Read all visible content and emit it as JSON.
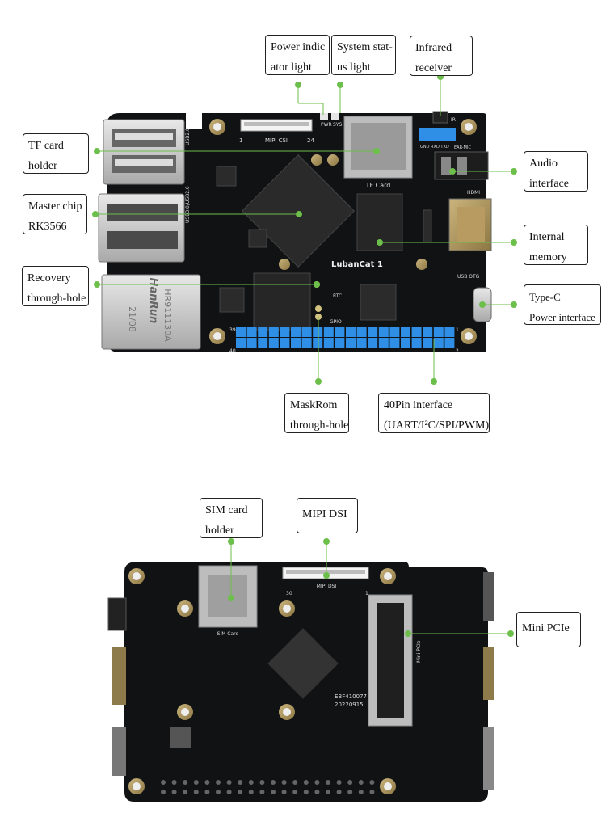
{
  "top": {
    "labels": {
      "power_indicator": [
        "Power indic",
        "ator light"
      ],
      "system_status": [
        "System stat-",
        "us light"
      ],
      "infrared": [
        "Infrared",
        "receiver"
      ],
      "tf_card": [
        "TF card",
        "holder"
      ],
      "master_chip": [
        "Master chip",
        "RK3566"
      ],
      "recovery": [
        "Recovery",
        "through-hole"
      ],
      "audio": [
        "Audio",
        "interface"
      ],
      "internal_memory": [
        "Internal",
        "memory"
      ],
      "type_c": [
        "Type-C",
        "Power interface"
      ],
      "maskrom": [
        "MaskRom",
        "through-hole"
      ],
      "pin40": [
        "40Pin interface",
        "(UART/I²C/SPI/PWM)"
      ]
    },
    "board_text": {
      "mipi_csi": "MIPI CSI",
      "tf_card": "TF Card",
      "brand": "LubanCat 1",
      "hanrun": "HanRun",
      "hanrun_model": "HR911130A",
      "hanrun_date": "21/08",
      "usb_otg": "USB OTG",
      "hdmi": "HDMI",
      "ear_mic": "EAR-MIC",
      "gnd_rxd_txd": "GND RXD TXD",
      "ir": "IR",
      "pin_40": "40",
      "pin_2": "2",
      "pin_39": "39",
      "pin_1": "1",
      "pwr": "PWR",
      "sys": "SYS",
      "rtc": "RTC",
      "gpio": "GPIO",
      "pin_24": "24",
      "pin_1_csi": "1",
      "usb2": "USB2.0",
      "usb3": "USB3.0/USB2.0"
    }
  },
  "bottom": {
    "labels": {
      "sim_card": [
        "SIM card",
        "holder"
      ],
      "mipi_dsi": [
        "MIPI DSI"
      ],
      "mini_pcie": [
        "Mini PCIe"
      ]
    },
    "board_text": {
      "mipi_dsi": "MIPI DSI",
      "sim_card": "SIM Card",
      "ebf": "EBF410077",
      "date": "20220915",
      "pin_30": "30",
      "pin_1": "1",
      "mini_pcie": "Mini PCIe"
    }
  },
  "colors": {
    "board": "#111214",
    "gold": "#d8c48a",
    "header_blue": "#2f8fe6",
    "connector_green": "#6cbf4a",
    "silver": "#c9c9c9"
  }
}
